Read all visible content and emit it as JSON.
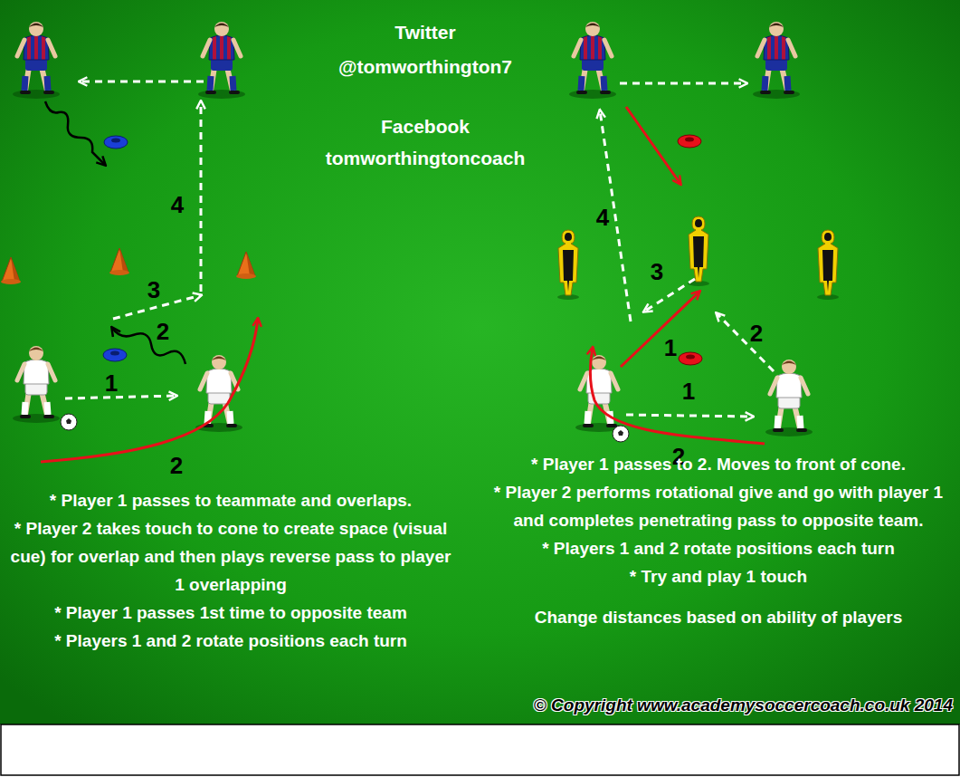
{
  "diagram": {
    "labels": [
      "Twitter",
      "@tomworthington7",
      "Facebook",
      "tomworthingtoncoach",
      "4",
      "3",
      "2",
      "1",
      "2",
      "4",
      "3",
      "1",
      "2",
      "1",
      "2",
      "* Player 1 passes to teammate and overlaps.",
      "* Player 2 takes touch to cone to create space (visual cue) for overlap and then plays reverse pass to player 1 overlapping",
      "* Player 1 passes 1st time to opposite team",
      "* Players 1 and 2 rotate positions each turn",
      "* Player 1 passes to 2. Moves to front of cone.",
      "* Player 2 performs rotational give and go with player 1 and completes penetrating pass to opposite team.",
      "* Players 1 and 2 rotate positions each turn",
      "* Try and play 1 touch",
      "Change distances based on ability of players",
      "© Copyright www.academysoccercoach.co.uk 2014"
    ]
  }
}
